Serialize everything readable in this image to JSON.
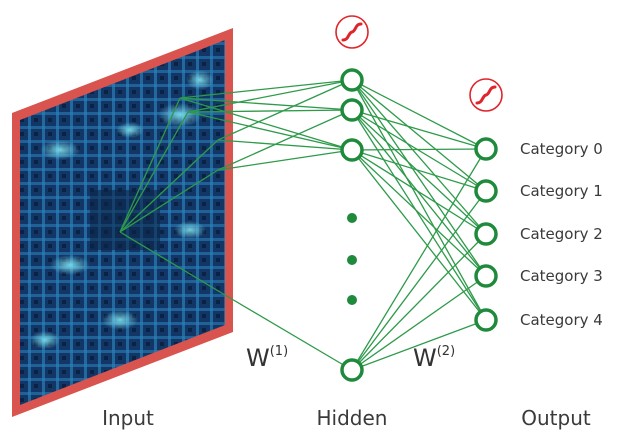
{
  "diagram": {
    "input_label": "Input",
    "hidden_label": "Hidden",
    "output_label": "Output",
    "w1_base": "W",
    "w1_sup": "(1)",
    "w2_base": "W",
    "w2_sup": "(2)",
    "categories": [
      "Category 0",
      "Category 1",
      "Category 2",
      "Category 3",
      "Category 4"
    ],
    "activation_icon": "sigmoid-icon"
  },
  "colors": {
    "frame": "#d9534f",
    "node": "#1f8a3c",
    "edge": "#2e9a4a",
    "activation": "#e0242b",
    "image_dark": "#0e2547",
    "image_mid": "#1f6ea8",
    "image_light": "#63d3e6"
  }
}
